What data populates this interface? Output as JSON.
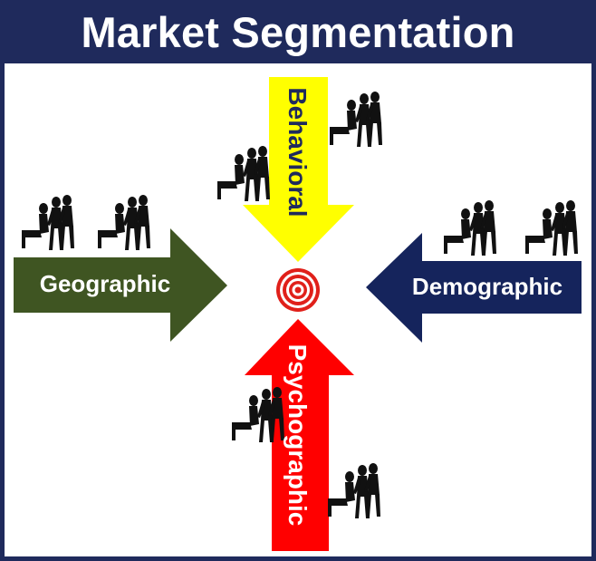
{
  "title": "Market Segmentation",
  "arrows": {
    "geographic": {
      "label": "Geographic",
      "color": "#3f5522"
    },
    "behavioral": {
      "label": "Behavioral",
      "color": "#ffff00"
    },
    "demographic": {
      "label": "Demographic",
      "color": "#15245c"
    },
    "psychographic": {
      "label": "Psychographic",
      "color": "#ff0000"
    }
  },
  "colors": {
    "title_bar": "#1f2a5c",
    "target": "#e0201a",
    "people": "#111111"
  },
  "icons": {
    "center": "target-icon",
    "groups": "people-group-icon"
  }
}
